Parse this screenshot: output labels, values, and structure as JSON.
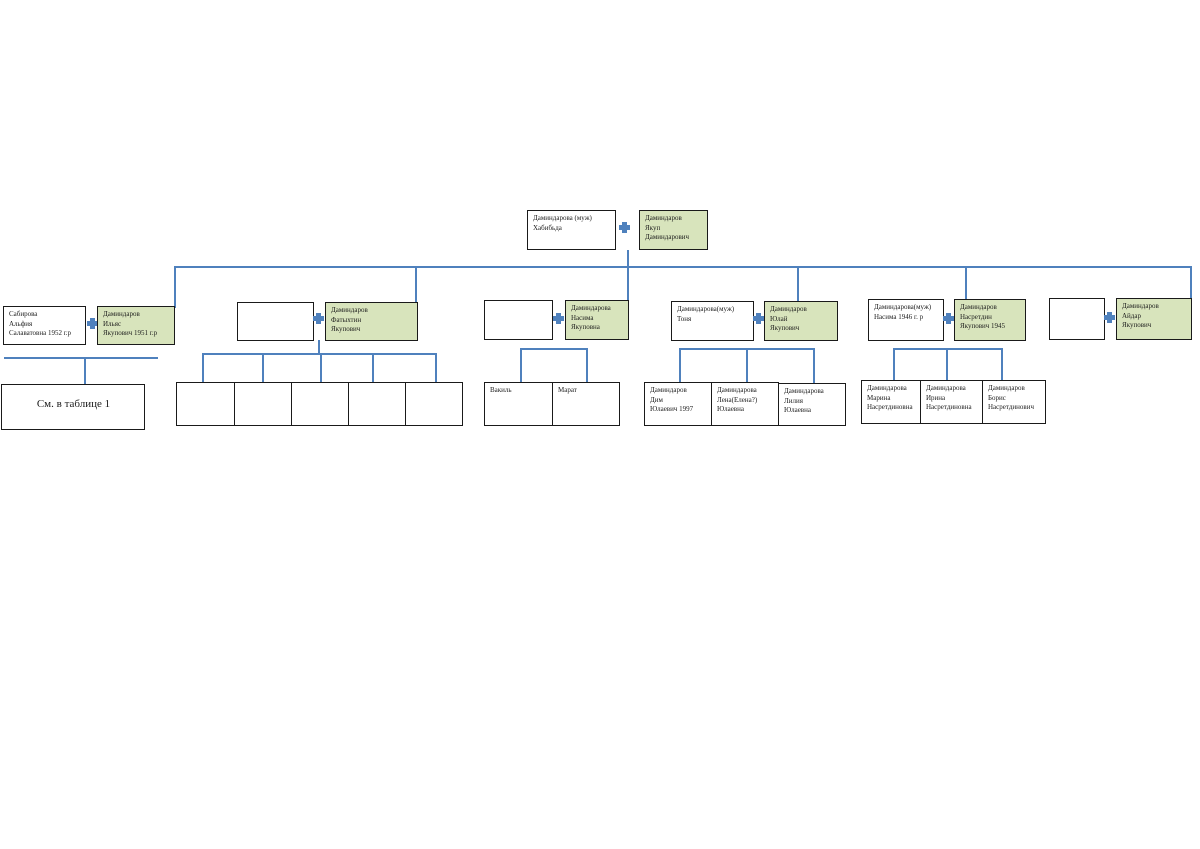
{
  "root": {
    "wife": "Даминдарова (муж)\nХабибьда",
    "husband": "Даминдаров\nЯкуп\nДаминдарович"
  },
  "families": [
    {
      "wife": "Сабирова\nАльфия\nСалаватовна 1952 г.р",
      "husband": "Даминдаров\nИльяс\nЯкупович 1951 г.р",
      "note": "См. в таблице 1"
    },
    {
      "wife": "",
      "husband": "Даминдаров\nФатыхтин\nЯкупович",
      "children": [
        "",
        "",
        "",
        "",
        ""
      ]
    },
    {
      "wife": "",
      "husband": "Даминдарова\nНасима\nЯкуповна",
      "children": [
        "Вакиль",
        "Марат"
      ]
    },
    {
      "wife": "Даминдарова(муж)\nТоня",
      "husband": "Даминдаров\nЮлай\nЯкупович",
      "children": [
        "Даминдаров\nДим\nЮлаевич 1997",
        "Даминдарова\nЛена(Елена?)\nЮлаевна",
        "Даминдарова\nЛилия\nЮлаевна"
      ]
    },
    {
      "wife": "Даминдарова(муж)\nНасима 1946 г. р",
      "husband": "Даминдаров\nНасретдин\nЯкупович 1945",
      "children": [
        "Даминдарова\nМарина\nНасретдиновна",
        "Даминдарова\nИрина\nНасретдиновна",
        "Даминдаров\nБорис\nНасретдинович"
      ]
    },
    {
      "wife": "",
      "husband": "Даминдаров\nАйдар\nЯкупович"
    }
  ]
}
